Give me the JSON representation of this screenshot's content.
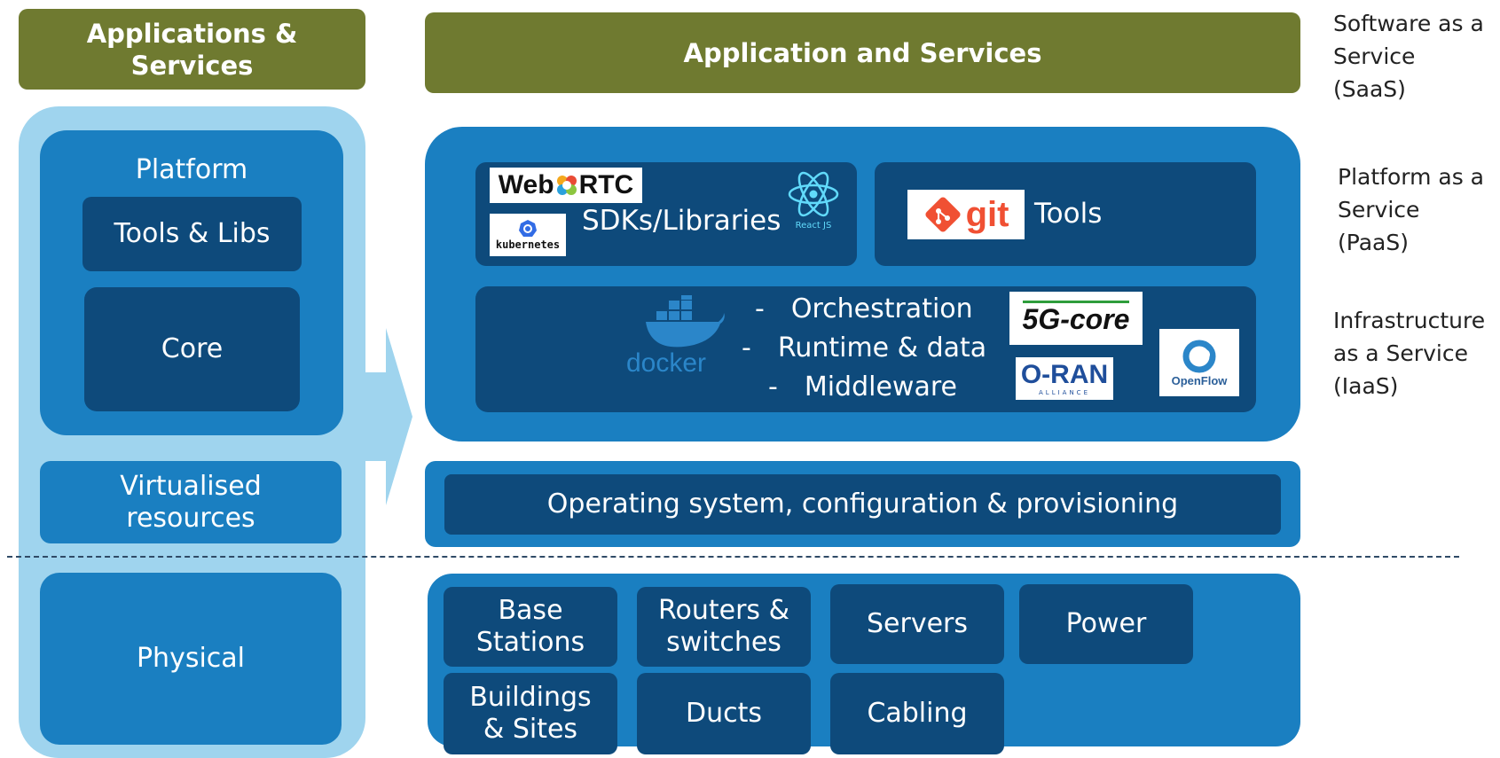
{
  "left_column": {
    "header": "Applications & Services",
    "platform_title": "Platform",
    "tools_libs": "Tools & Libs",
    "core": "Core",
    "virtualised": "Virtualised resources",
    "physical": "Physical"
  },
  "right_column": {
    "header": "Application and Services",
    "sdk_label": "SDKs/Libraries",
    "tools_label": "Tools",
    "middleware_items": [
      "Orchestration",
      "Runtime & data",
      "Middleware"
    ],
    "os_bar": "Operating system, configuration & provisioning",
    "physical_items": {
      "base_stations": "Base Stations",
      "routers": "Routers & switches",
      "servers": "Servers",
      "power": "Power",
      "buildings": "Buildings & Sites",
      "ducts": "Ducts",
      "cabling": "Cabling"
    }
  },
  "logos": {
    "webrtc_a": "Web",
    "webrtc_b": "RTC",
    "kubernetes": "kubernetes",
    "react": "React JS",
    "git": "git",
    "docker": "docker",
    "fiveg": "5G-core",
    "oran": "O-RAN",
    "oran_sub": "ALLIANCE",
    "openflow": "OpenFlow"
  },
  "side_labels": {
    "saas": [
      "Software as a",
      "Service",
      "(SaaS)"
    ],
    "paas": [
      "Platform as a",
      "Service",
      "(PaaS)"
    ],
    "iaas": [
      "Infrastructure",
      "as a Service",
      "(IaaS)"
    ]
  },
  "colors": {
    "olive": "#6f7a30",
    "light_blue": "#9fd4ee",
    "mid_blue": "#1a7fc1",
    "dark_blue": "#0e4a7b"
  }
}
